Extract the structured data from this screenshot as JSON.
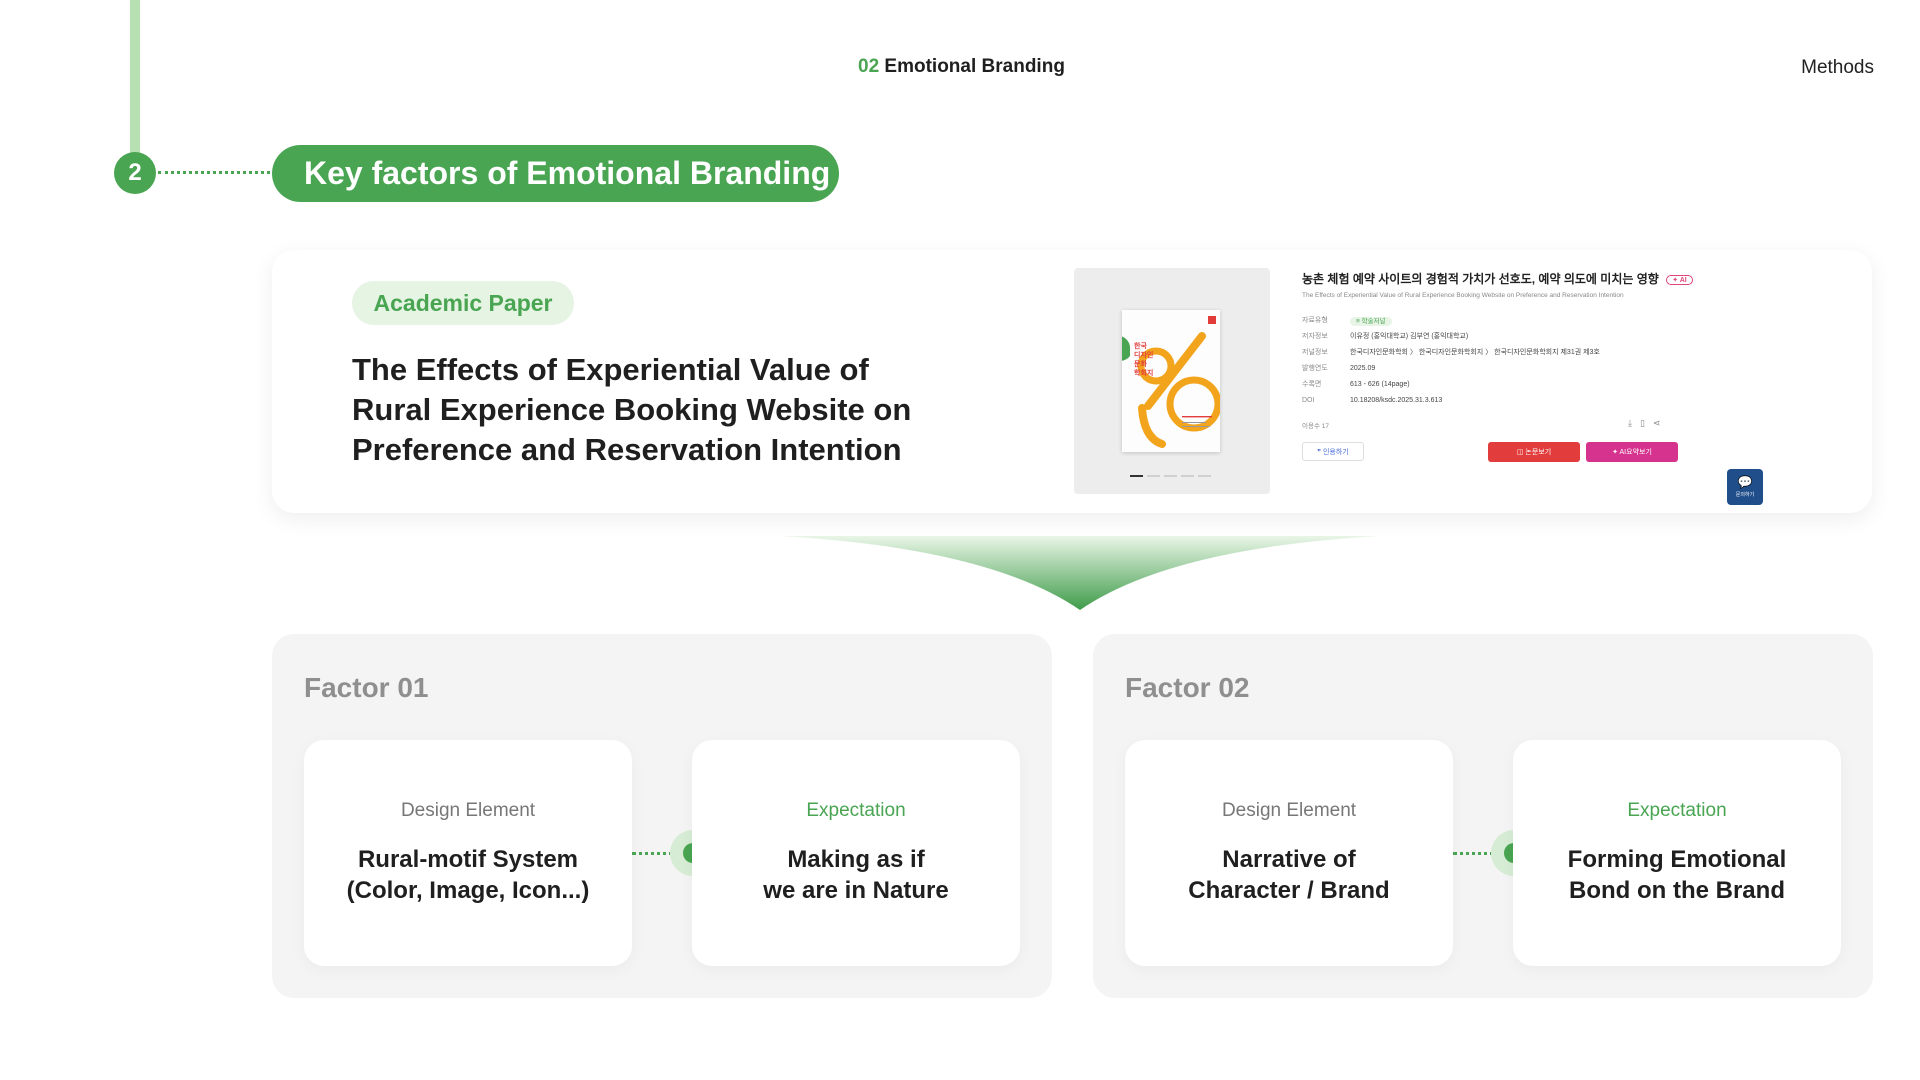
{
  "header": {
    "section_number": "02",
    "section_title": "Emotional Branding",
    "nav_label": "Methods"
  },
  "step": {
    "number": "2",
    "title": "Key factors of Emotional Branding"
  },
  "paper": {
    "badge": "Academic Paper",
    "title": "The Effects of Experiential Value of Rural Experience Booking Website on Preference and Reservation Intention",
    "screenshot": {
      "title_kr": "농촌 체험 예약 사이트의 경험적 가치가 선호도, 예약 의도에 미치는 영향",
      "ai_tag": "✦ AI",
      "subtitle_en": "The Effects of Experiential Value of Rural Experience Booking Website on Preference and Reservation Intention",
      "meta": [
        {
          "key": "자료유형",
          "value": "≡ 학술저널"
        },
        {
          "key": "저자정보",
          "value": "이유정 (홍익대학교)  김부연 (홍익대학교)"
        },
        {
          "key": "저널정보",
          "value": "한국디자인문화학회  〉 한국디자인문화학회지  〉 한국디자인문화학회지 제31권 제3호"
        },
        {
          "key": "발행연도",
          "value": "2025.09"
        },
        {
          "key": "수록면",
          "value": "613 - 626 (14page)"
        },
        {
          "key": "DOI",
          "value": "10.18208/ksdc.2025.31.3.613"
        }
      ],
      "views": "이용수 17",
      "cite_label": "❞ 인용하기",
      "view_label": "◫ 논문보기",
      "ai_label": "✦ AI요약보기",
      "chat_label": "문의하기",
      "icon_names": [
        "download-icon",
        "bookmark-icon",
        "share-icon",
        "chat-icon"
      ]
    }
  },
  "factors": [
    {
      "title": "Factor 01",
      "design_label": "Design Element",
      "design_value_l1": "Rural-motif System",
      "design_value_l2": "(Color, Image, Icon...)",
      "expect_label": "Expectation",
      "expect_value_l1": "Making as if",
      "expect_value_l2": "we are in Nature"
    },
    {
      "title": "Factor 02",
      "design_label": "Design Element",
      "design_value_l1": "Narrative of",
      "design_value_l2": "Character / Brand",
      "expect_label": "Expectation",
      "expect_value_l1": "Forming Emotional",
      "expect_value_l2": "Bond on the Brand"
    }
  ],
  "colors": {
    "accent_green": "#49a552",
    "light_green": "#b7e0b3",
    "badge_bg": "#e6f4e4",
    "panel_bg": "#f4f4f4",
    "red_button": "#e23c3c",
    "magenta_button": "#d6338e",
    "chat_blue": "#1f4e8a"
  }
}
